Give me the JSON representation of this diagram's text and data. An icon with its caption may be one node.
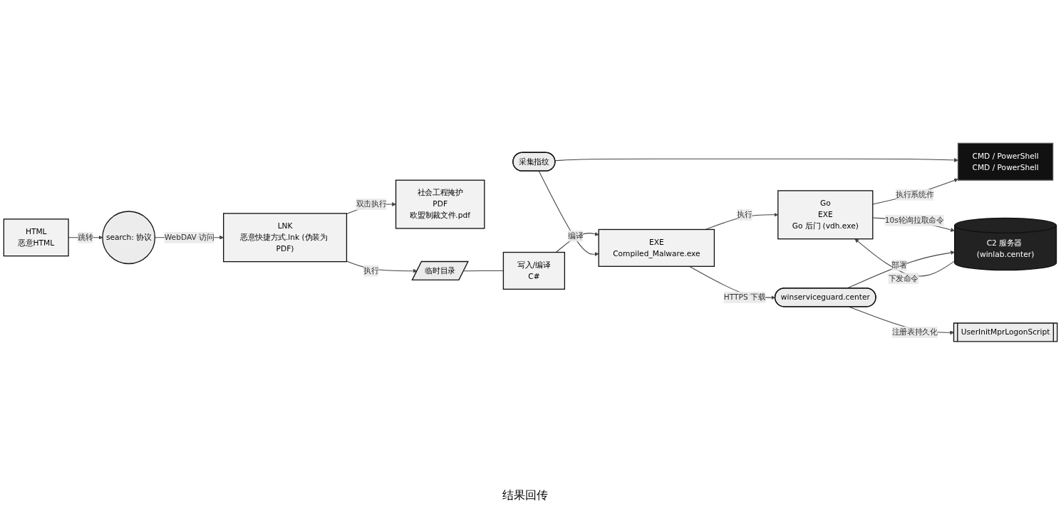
{
  "diagram": {
    "nodes": [
      {
        "text": [
          "HTML",
          "恶意HTML"
        ]
      },
      {
        "text": [
          "search: 协议"
        ]
      },
      {
        "text": [
          "LNK",
          "恶意快捷方式.lnk (伪装为 PDF)"
        ]
      },
      {
        "text": [
          "社会工程掩护",
          "PDF",
          "欧盟制裁文件.pdf"
        ]
      },
      {
        "text": [
          "临时目录"
        ]
      },
      {
        "text": [
          "写入/编译",
          "C#"
        ]
      },
      {
        "text": [
          "采集指纹"
        ]
      },
      {
        "text": [
          "EXE",
          "Compiled_Malware.exe"
        ]
      },
      {
        "text": [
          "CMD / PowerShell",
          "CMD / PowerShell"
        ]
      },
      {
        "text": [
          "Go",
          "EXE",
          "Go 后门 (vdh.exe)"
        ]
      },
      {
        "text": [
          "UserInitMprLogonScript"
        ]
      },
      {
        "text": [
          "winserviceguard.center"
        ]
      },
      {
        "text": [
          "C2 服务器 (winlab.center)"
        ]
      }
    ],
    "edges": [
      {
        "from": 0,
        "to": 1,
        "arrow": "to",
        "label": "跳转"
      },
      {
        "from": 1,
        "to": 2,
        "arrow": "to",
        "label": "WebDAV 访问"
      },
      {
        "from": 2,
        "to": 3,
        "arrow": "to",
        "label": "双击执行"
      },
      {
        "from": 2,
        "to": 4,
        "arrow": "to",
        "label": "执行"
      },
      {
        "from": 4,
        "to": 5,
        "arrow": "none"
      },
      {
        "from": 5,
        "to": 7,
        "arrow": "to",
        "label": "编译"
      },
      {
        "from": 6,
        "to": 7,
        "arrow": "to"
      },
      {
        "from": 6,
        "to": 8,
        "arrow": "to"
      },
      {
        "from": 7,
        "to": 9,
        "arrow": "to",
        "label": "执行"
      },
      {
        "from": 9,
        "to": 8,
        "arrow": "to",
        "label": "执行系统作"
      },
      {
        "from": 7,
        "to": 11,
        "arrow": "to",
        "label": "HTTPS 下载"
      },
      {
        "from": 9,
        "to": 12,
        "arrow": "to",
        "label": "10s轮询拉取命令"
      },
      {
        "from": 12,
        "to": 9,
        "arrow": "to",
        "label": "下发命令"
      },
      {
        "from": 11,
        "to": 10,
        "arrow": "to",
        "label": "注册表持久化"
      },
      {
        "from": 11,
        "to": 12,
        "arrow": "to",
        "label": "部署"
      }
    ],
    "labels": [
      "结果回传"
    ]
  }
}
